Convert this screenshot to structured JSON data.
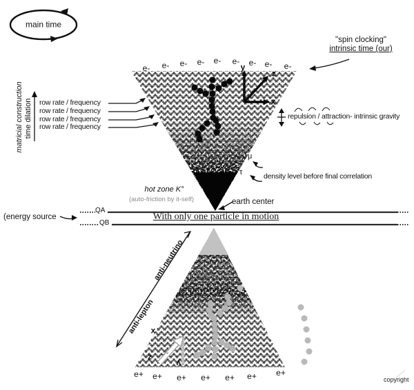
{
  "title_bubble": {
    "label": "main time"
  },
  "spin_clocking": {
    "line1": "\"spin clocking\"",
    "line2": "intrinsic time (our)"
  },
  "left_panel": {
    "matricial_construction": "matricial construction",
    "time_dilation": "time dilation",
    "row_rate_labels": [
      "row rate / frequency",
      "row rate / frequency",
      "row rate / frequency",
      "row rate / frequency"
    ]
  },
  "right_panel": {
    "repulsion_gravity": "repulsion / attraction- intrinsic gravity",
    "density_level": "density level before final correlation",
    "mu_symbol": "μ",
    "tau_symbol": "τ"
  },
  "core": {
    "hot_zone": "hot zone K°",
    "auto_friction": "(auto-friction by it-self)",
    "earth_center": "earth center",
    "energy_source": "(energy source",
    "line_a_label": "QA",
    "line_b_label": "QB",
    "motion_caption": "With only one particle in motion"
  },
  "axes_top": {
    "x": "x",
    "y": "y",
    "z": "z"
  },
  "axes_bottom": {
    "x": "x",
    "y": "y",
    "z": "z"
  },
  "antimatter": {
    "anti_neutrino": "anti-neutrino",
    "anti_lepton": "anti-lepton"
  },
  "particles": {
    "electron_labels": [
      "e-",
      "e-",
      "e-",
      "e-",
      "e-",
      "e-",
      "e-",
      "e-",
      "e-"
    ],
    "positron_labels": [
      "e+",
      "e+",
      "e+",
      "e+",
      "e+",
      "e+",
      "e+"
    ]
  },
  "footer": {
    "copyright": "copyright"
  },
  "colors": {
    "ink": "#111111",
    "gray_matter": "#b3b3b3",
    "pale_gray": "#c2c2c2"
  }
}
